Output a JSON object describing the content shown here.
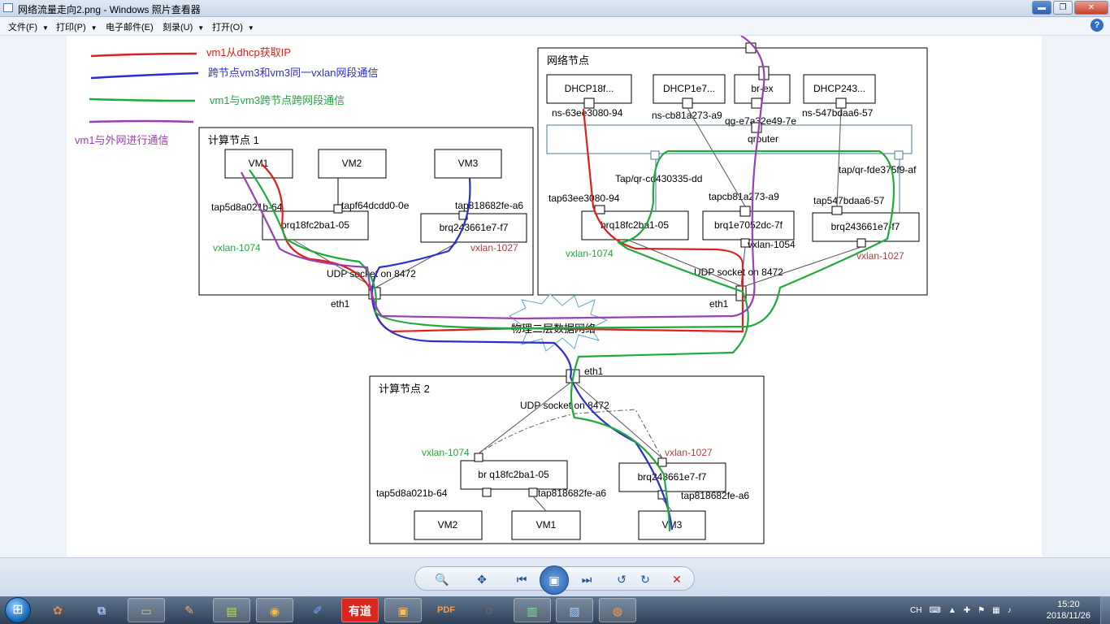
{
  "window": {
    "title": "网络流量走向2.png - Windows 照片查看器",
    "minimize_glyph": "▬",
    "restore_glyph": "❐",
    "close_glyph": "✕"
  },
  "menu": {
    "items": [
      {
        "label": "文件(F)"
      },
      {
        "label": "打印(P)"
      },
      {
        "label": "电子邮件(E)"
      },
      {
        "label": "刻录(U)"
      },
      {
        "label": "打开(O)"
      }
    ],
    "help_glyph": "?"
  },
  "diagram": {
    "legend": [
      {
        "label": "vm1从dhcp获取IP",
        "color": "#e0201c"
      },
      {
        "label": "跨节点vm3和vm3同一vxlan网段通信",
        "color": "#2b2fd0"
      },
      {
        "label": "vm1与vm3跨节点跨网段通信",
        "color": "#1faa3a"
      },
      {
        "label": "vm1与外网进行通信",
        "color": "#9b3fb5"
      }
    ],
    "compute1": {
      "title": "计算节点 1",
      "vm1": "VM1",
      "vm2": "VM2",
      "vm3": "VM3",
      "tap_vm1": "tap5d8a021b-64",
      "tap_vm2": "tapf64dcdd0-0e",
      "tap_vm3": "tap818682fe-a6",
      "brq1": "brq18fc2ba1-05",
      "brq2": "brq243661e7-f7",
      "vxlan_a": "vxlan-1074",
      "vxlan_b": "vxlan-1027",
      "udp": "UDP socket on 8472",
      "eth": "eth1"
    },
    "network": {
      "title": "网络节点",
      "dhcp1": "DHCP18f...",
      "dhcp2": "DHCP1e7...",
      "brex": "br-ex",
      "dhcp3": "DHCP243...",
      "ns1": "ns-63ee3080-94",
      "ns2": "ns-cb81a273-a9",
      "qg": "qg-e7a32e49-7e",
      "ns3": "ns-547bdaa6-57",
      "qrouter": "qrouter",
      "tapqr1": "Tap/qr-cd430335-dd",
      "tapqr2": "tap/qr-fde375f9-af",
      "tap1": "tap63ee3080-94",
      "tap2": "tapcb81a273-a9",
      "tap3": "tap547bdaa6-57",
      "brq1": "brq18fc2ba1-05",
      "brq2": "brq1e7052dc-7f",
      "brq3": "brq243661e7-f7",
      "vxlan_a": "vxlan-1074",
      "vxlan_c": "vxlan-1054",
      "vxlan_b": "vxlan-1027",
      "udp": "UDP socket on 8472",
      "eth": "eth1"
    },
    "physical": "物理二层数据网络",
    "compute2": {
      "title": "计算节点 2",
      "eth": "eth1",
      "udp": "UDP socket on 8472",
      "vxlan_a": "vxlan-1074",
      "vxlan_b": "vxlan-1027",
      "brq1": "br q18fc2ba1-05",
      "brq2": "brq243661e7-f7",
      "tap_a": "tap5d8a021b-64",
      "tap_b": "tap818682fe-a6",
      "tap_c": "tap818682fe-a6",
      "vm2": "VM2",
      "vm1": "VM1",
      "vm3": "VM3"
    }
  },
  "viewer_controls": [
    {
      "name": "zoom",
      "glyph": "🔍"
    },
    {
      "name": "actual-size",
      "glyph": "✥"
    },
    {
      "name": "previous",
      "glyph": "⏮"
    },
    {
      "name": "slideshow",
      "glyph": "▣"
    },
    {
      "name": "next",
      "glyph": "⏭"
    },
    {
      "name": "rotate-ccw",
      "glyph": "↺"
    },
    {
      "name": "rotate-cw",
      "glyph": "↻"
    },
    {
      "name": "delete",
      "glyph": "✕"
    }
  ],
  "taskbar": {
    "apps": [
      {
        "icon": "windows-start-icon",
        "color": "#1c6fc0"
      },
      {
        "icon": "butterfly-app-icon",
        "color": "#d46a2a"
      },
      {
        "icon": "network-app-icon",
        "color": "#3a7bd5"
      },
      {
        "icon": "folder-icon",
        "color": "#e6b53a"
      },
      {
        "icon": "paint-icon",
        "color": "#c78b3b"
      },
      {
        "icon": "notepad-icon",
        "color": "#8fbf47"
      },
      {
        "icon": "chrome-icon",
        "color": "#e04a3a"
      },
      {
        "icon": "feishu-icon",
        "color": "#2f80ed"
      },
      {
        "icon": "youdao-icon",
        "color": "#e02a2a"
      },
      {
        "icon": "box-app-icon",
        "color": "#d8a13a"
      },
      {
        "icon": "pdf-icon",
        "color": "#e06d2a"
      },
      {
        "icon": "swirl-app-icon",
        "color": "#d7462c"
      },
      {
        "icon": "terminal-icon",
        "color": "#3f9a5a"
      },
      {
        "icon": "photo-viewer-icon",
        "color": "#4a8fd6"
      },
      {
        "icon": "firefox-icon",
        "color": "#e2652a"
      }
    ],
    "youdao_text": "有道",
    "pdf_text": "PDF",
    "tray_lang": "CH",
    "time": "15:20",
    "date": "2018/11/26"
  }
}
